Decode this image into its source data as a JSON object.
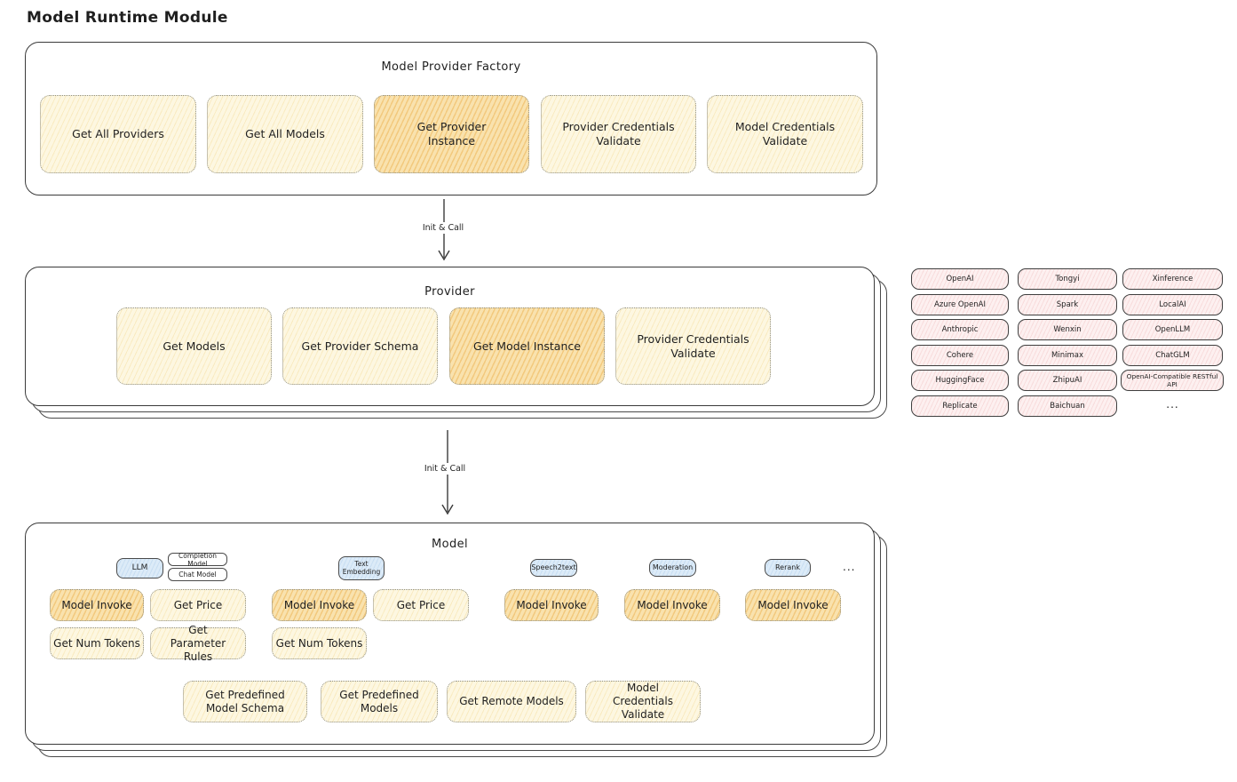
{
  "title": "Model Runtime Module",
  "factory": {
    "title": "Model Provider Factory",
    "boxes": [
      {
        "label": "Get All Providers"
      },
      {
        "label": "Get All Models"
      },
      {
        "label": "Get Provider Instance"
      },
      {
        "label": "Provider Credentials Validate"
      },
      {
        "label": "Model Credentials Validate"
      }
    ]
  },
  "arrow1": {
    "label": "Init & Call"
  },
  "arrow2": {
    "label": "Init & Call"
  },
  "provider": {
    "title": "Provider",
    "boxes": [
      {
        "label": "Get Models"
      },
      {
        "label": "Get Provider Schema"
      },
      {
        "label": "Get Model Instance"
      },
      {
        "label": "Provider Credentials Validate"
      }
    ]
  },
  "providers_list": {
    "col1": [
      "OpenAI",
      "Azure OpenAI",
      "Anthropic",
      "Cohere",
      "HuggingFace",
      "Replicate"
    ],
    "col2": [
      "Tongyi",
      "Spark",
      "Wenxin",
      "Minimax",
      "ZhipuAI",
      "Baichuan"
    ],
    "col3": [
      "Xinference",
      "LocalAI",
      "OpenLLM",
      "ChatGLM",
      "OpenAI-Compatible RESTful API"
    ],
    "more": "..."
  },
  "model": {
    "title": "Model",
    "tags": {
      "llm": "LLM",
      "completion": "Completion Model",
      "chat": "Chat Model",
      "text_embedding": "Text Embedding",
      "speech2text": "Speech2text",
      "moderation": "Moderation",
      "rerank": "Rerank",
      "more": "..."
    },
    "llm_boxes": [
      {
        "label": "Model Invoke"
      },
      {
        "label": "Get Price"
      },
      {
        "label": "Get Num Tokens"
      },
      {
        "label": "Get Parameter Rules"
      }
    ],
    "embedding_boxes": [
      {
        "label": "Model Invoke"
      },
      {
        "label": "Get Price"
      },
      {
        "label": "Get Num Tokens"
      }
    ],
    "speech2text_boxes": [
      {
        "label": "Model Invoke"
      }
    ],
    "moderation_boxes": [
      {
        "label": "Model Invoke"
      }
    ],
    "rerank_boxes": [
      {
        "label": "Model Invoke"
      }
    ],
    "bottom_boxes": [
      {
        "label": "Get Predefined Model Schema"
      },
      {
        "label": "Get Predefined Models"
      },
      {
        "label": "Get Remote Models"
      },
      {
        "label": "Model Credentials Validate"
      }
    ]
  },
  "colors": {
    "yellow_fill": "#fdf7e1",
    "orange_highlight_fill": "#f9e2ae",
    "pink_fill": "#fdf0f0",
    "blue_tag_fill": "#dcebf8",
    "ink": "#1f1f1f"
  }
}
